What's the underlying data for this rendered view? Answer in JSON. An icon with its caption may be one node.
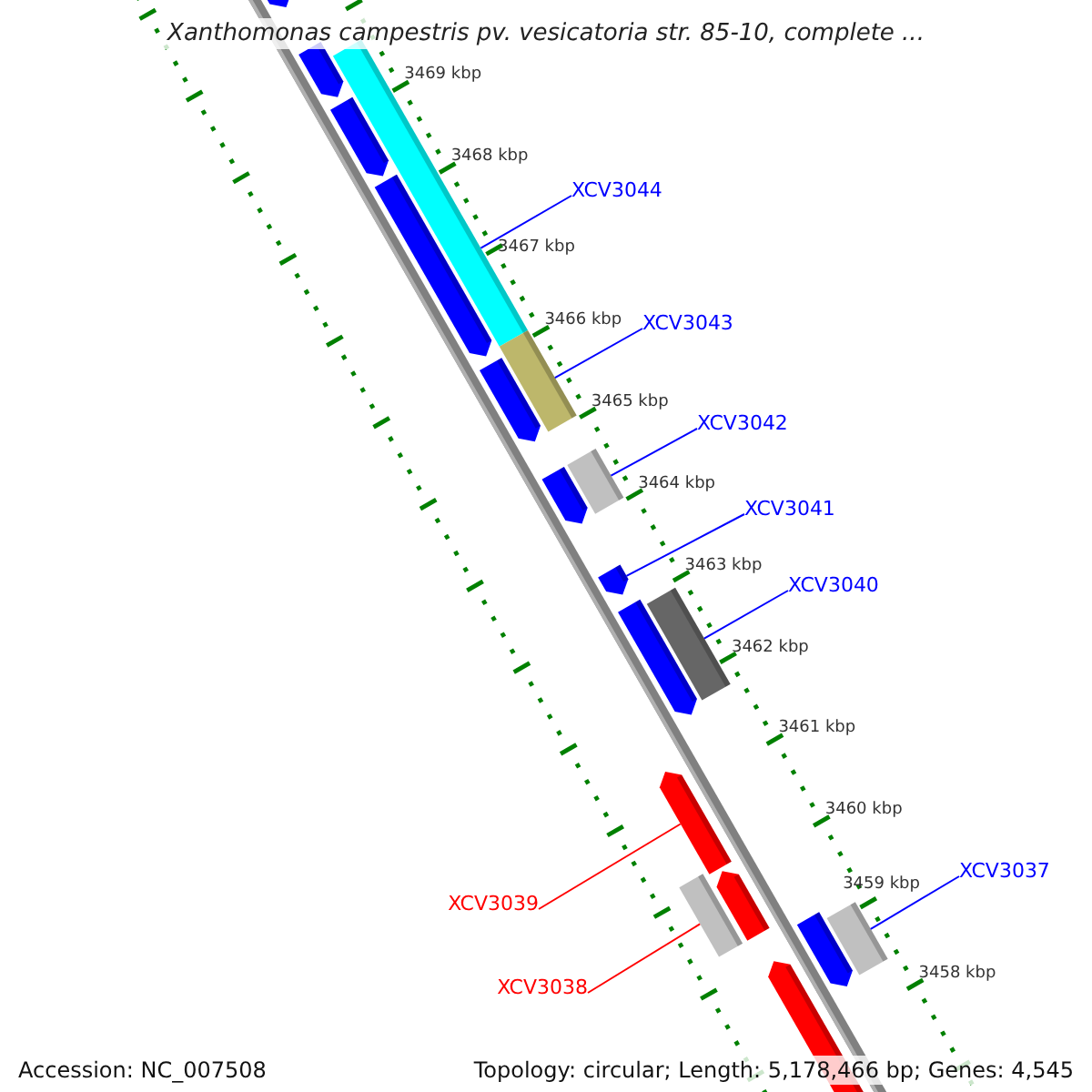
{
  "diagram": {
    "title": "Xanthomonas campestris pv. vesicatoria str. 85-10, complete ...",
    "nodes": [
      {
        "text": [
          "XCV3044"
        ]
      },
      {
        "text": [
          "XCV3043"
        ]
      },
      {
        "text": [
          "XCV3042"
        ]
      },
      {
        "text": [
          "XCV3041"
        ]
      },
      {
        "text": [
          "XCV3040"
        ]
      },
      {
        "text": [
          "XCV3037"
        ]
      },
      {
        "text": [
          "XCV3039"
        ]
      },
      {
        "text": [
          "XCV3038"
        ]
      },
      {
        "text": [],
        "shape": "bar"
      },
      {
        "text": [],
        "shape": "bar"
      },
      {
        "text": [],
        "shape": "bar"
      },
      {
        "text": [],
        "shape": "arrow"
      },
      {
        "text": [],
        "shape": "bar"
      },
      {
        "text": [],
        "shape": "arrow"
      },
      {
        "text": [],
        "shape": "bar"
      },
      {
        "text": [],
        "shape": "bar"
      }
    ],
    "edges": [
      {
        "from": 0,
        "to": 8,
        "arrow": "none"
      },
      {
        "from": 1,
        "to": 9,
        "arrow": "none"
      },
      {
        "from": 2,
        "to": 10,
        "arrow": "none"
      },
      {
        "from": 3,
        "to": 11,
        "arrow": "none"
      },
      {
        "from": 4,
        "to": 12,
        "arrow": "none"
      },
      {
        "from": 5,
        "to": 15,
        "arrow": "none"
      },
      {
        "from": 6,
        "to": 13,
        "arrow": "none",
        "color": "#ff0000"
      },
      {
        "from": 7,
        "to": 14,
        "arrow": "none",
        "color": "#ff0000"
      }
    ],
    "labels": [
      "3469 kbp",
      "3468 kbp",
      "3467 kbp",
      "3466 kbp",
      "3465 kbp",
      "3464 kbp",
      "3463 kbp",
      "3462 kbp",
      "3461 kbp",
      "3460 kbp",
      "3459 kbp",
      "3458 kbp",
      "Accession: NC_007508",
      "Topology: circular; Length: 5,178,466 bp; Genes: 4,545"
    ]
  }
}
